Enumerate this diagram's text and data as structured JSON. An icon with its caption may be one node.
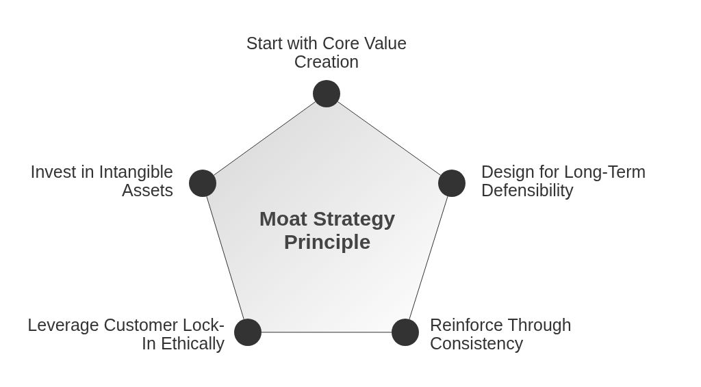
{
  "diagram": {
    "nodes": [
      {
        "text": [
          "Moat Strategy Principle"
        ]
      },
      {
        "text": [],
        "shape": "circle",
        "beside": [
          "Start with Core Value Creation"
        ]
      },
      {
        "text": [],
        "shape": "circle",
        "beside": [
          "Design for Long-Term Defensibility"
        ]
      },
      {
        "text": [],
        "shape": "circle",
        "beside": [
          "Reinforce Through Consistency"
        ]
      },
      {
        "text": [],
        "shape": "circle",
        "beside": [
          "Leverage Customer Lock-In Ethically"
        ]
      },
      {
        "text": [],
        "shape": "circle",
        "beside": [
          "Invest in Intangible Assets"
        ]
      }
    ],
    "edges": [
      {
        "from": 1,
        "to": 2,
        "arrow": "none"
      },
      {
        "from": 2,
        "to": 3,
        "arrow": "none"
      },
      {
        "from": 3,
        "to": 4,
        "arrow": "none"
      },
      {
        "from": 4,
        "to": 5,
        "arrow": "none"
      },
      {
        "from": 5,
        "to": 1,
        "arrow": "none"
      }
    ]
  }
}
